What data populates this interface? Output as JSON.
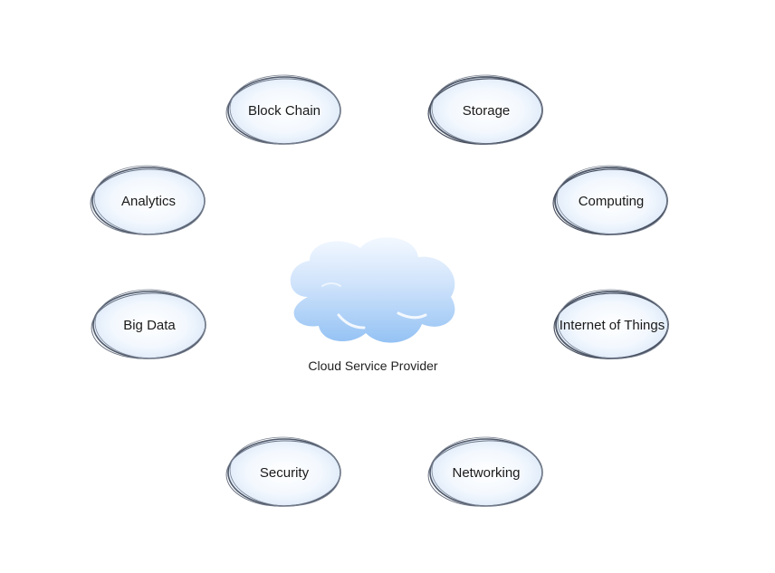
{
  "center": {
    "label": "Cloud Service Provider",
    "icon": "cloud-icon"
  },
  "nodes": [
    {
      "id": "block-chain",
      "label": "Block Chain"
    },
    {
      "id": "storage",
      "label": "Storage"
    },
    {
      "id": "analytics",
      "label": "Analytics"
    },
    {
      "id": "computing",
      "label": "Computing"
    },
    {
      "id": "big-data",
      "label": "Big Data"
    },
    {
      "id": "internet-of-things",
      "label": "Internet of Things"
    },
    {
      "id": "security",
      "label": "Security"
    },
    {
      "id": "networking",
      "label": "Networking"
    }
  ],
  "colors": {
    "ellipse_fill_center": "#ffffff",
    "ellipse_fill_edge": "#dde9f8",
    "ellipse_stroke": "#555e6e",
    "cloud_top": "#eef5fe",
    "cloud_bottom": "#9cc8f6"
  }
}
